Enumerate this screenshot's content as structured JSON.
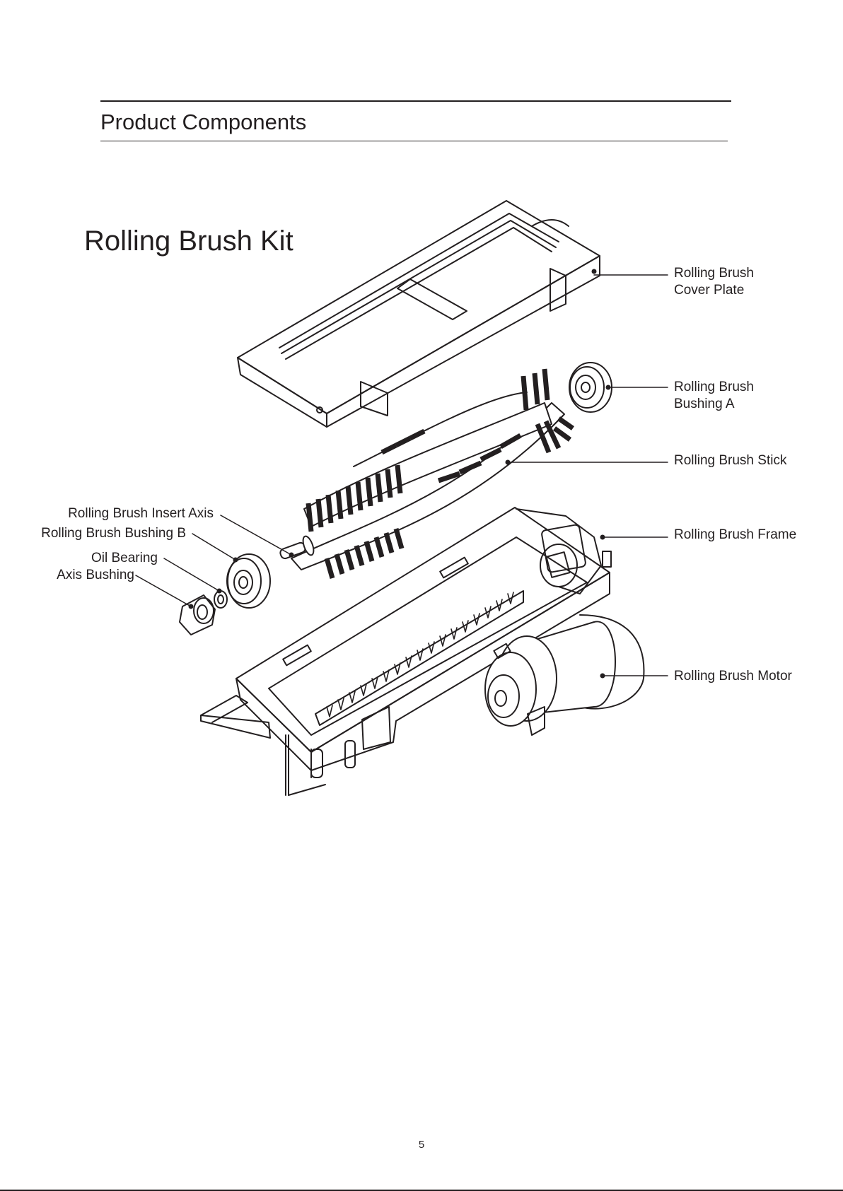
{
  "header": {
    "section_title": "Product Components"
  },
  "kit": {
    "title": "Rolling Brush Kit"
  },
  "callouts": {
    "cover_plate": [
      "Rolling Brush",
      "Cover Plate"
    ],
    "bushing_a": [
      "Rolling Brush",
      "Bushing A"
    ],
    "stick": "Rolling Brush Stick",
    "frame": "Rolling Brush Frame",
    "motor": "Rolling Brush Motor",
    "insert_axis": "Rolling Brush Insert Axis",
    "bushing_b": "Rolling Brush Bushing B",
    "oil_bearing": "Oil Bearing",
    "axis_bushing": "Axis Bushing"
  },
  "footer": {
    "page_number": "5"
  }
}
